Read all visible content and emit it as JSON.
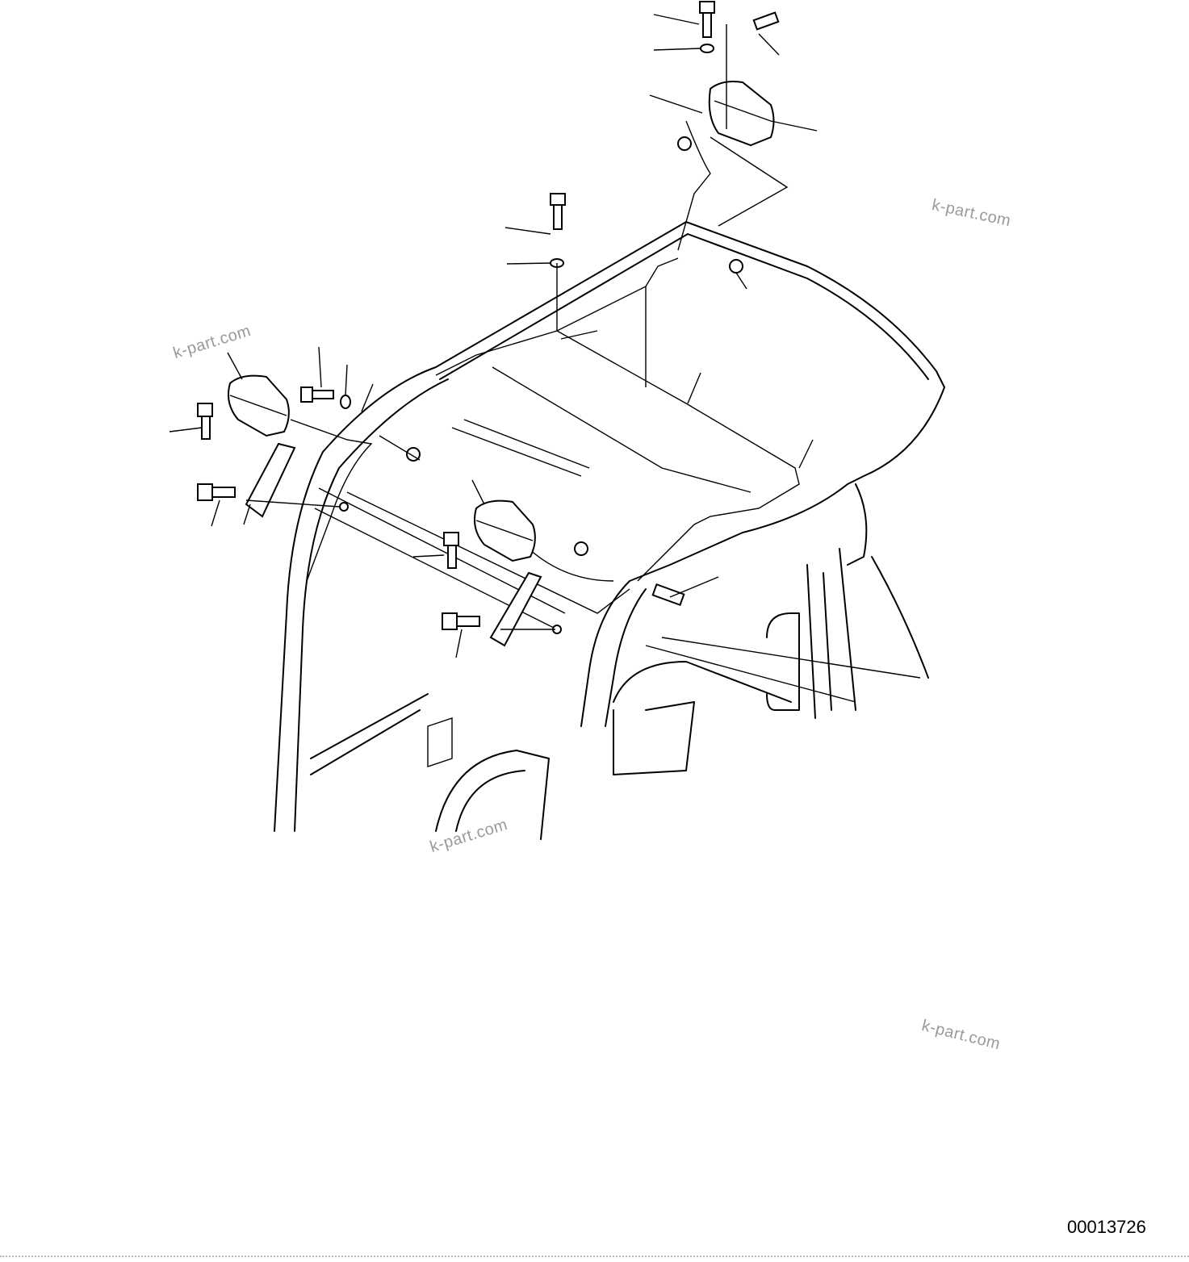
{
  "diagram": {
    "type": "exploded parts illustration",
    "subject": "cab roof with work lights, mounting bolts, washers, nuts, brackets and wiring harness",
    "drawing_number": "00013726",
    "watermarks": [
      "k-part.com",
      "k-part.com",
      "k-part.com",
      "k-part.com"
    ],
    "parts": [
      {
        "name": "rear work light",
        "position": "top right on roof"
      },
      {
        "name": "left work light",
        "position": "left, on bracket"
      },
      {
        "name": "front work light",
        "position": "center front, on bracket"
      },
      {
        "name": "bolt",
        "count": 7
      },
      {
        "name": "washer",
        "count": 3
      },
      {
        "name": "nut",
        "count": 3
      },
      {
        "name": "bracket",
        "count": 2
      },
      {
        "name": "wiring harness",
        "count": 1
      },
      {
        "name": "grommet",
        "count": 3
      },
      {
        "name": "connector",
        "count": 5
      }
    ]
  }
}
